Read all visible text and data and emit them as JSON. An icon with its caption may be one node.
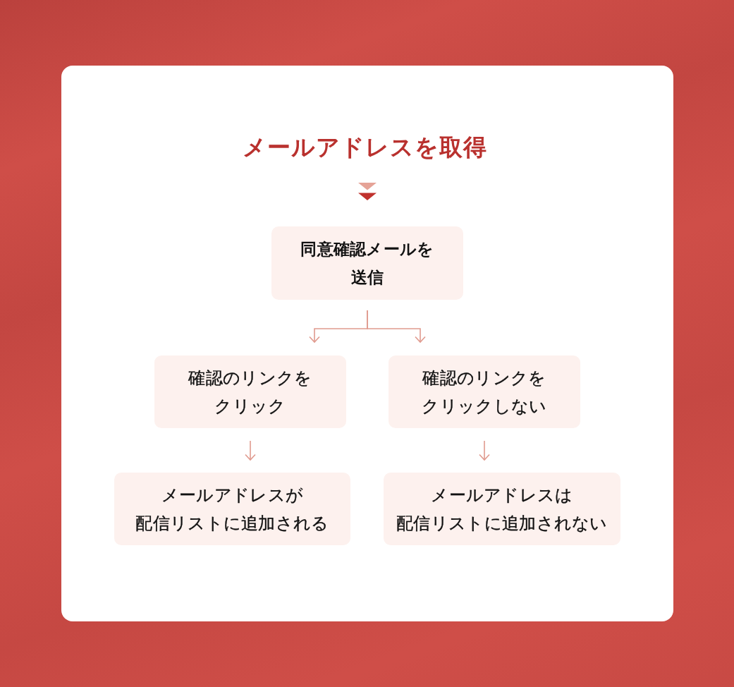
{
  "diagram": {
    "nodes": [
      {
        "text": [
          "メールアドレスを取得"
        ]
      },
      {
        "text": [
          "同意確認メールを送信"
        ]
      },
      {
        "text": [
          "確認のリンクをクリック"
        ]
      },
      {
        "text": [
          "確認のリンクをクリックしない"
        ]
      },
      {
        "text": [
          "メールアドレスが配信リストに追加される"
        ]
      },
      {
        "text": [
          "メールアドレスは配信リストに追加されない"
        ]
      }
    ],
    "edges": [
      {
        "from": 0,
        "to": 1,
        "arrow": "to"
      },
      {
        "from": 1,
        "to": 2,
        "arrow": "to"
      },
      {
        "from": 1,
        "to": 3,
        "arrow": "to"
      },
      {
        "from": 2,
        "to": 4,
        "arrow": "to"
      },
      {
        "from": 3,
        "to": 5,
        "arrow": "to"
      }
    ]
  }
}
